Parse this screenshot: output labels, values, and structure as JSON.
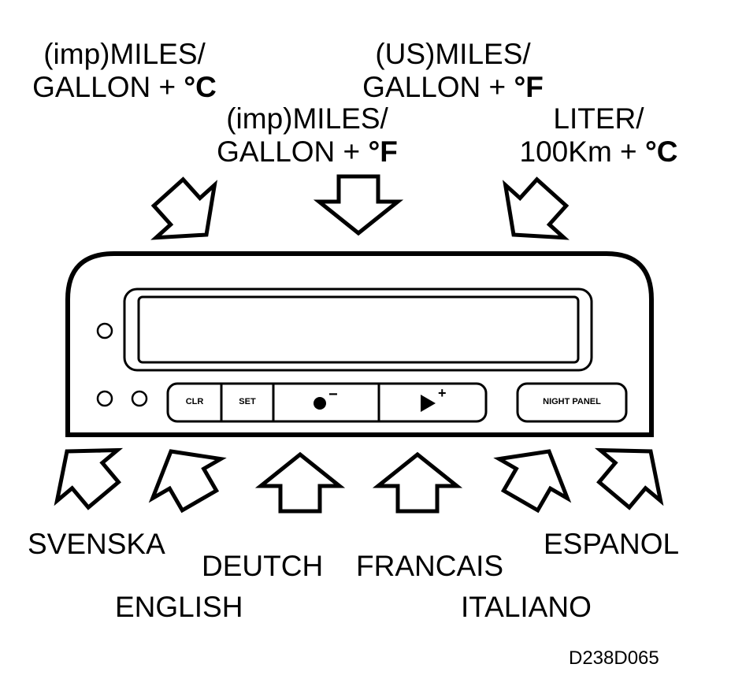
{
  "unit_labels": {
    "imp_mpg_c": {
      "line1": "(imp)MILES/",
      "line2": "GALLON + ",
      "unit": "°C"
    },
    "us_mpg_f": {
      "line1": "(US)MILES/",
      "line2": "GALLON + ",
      "unit": "°F"
    },
    "imp_mpg_f": {
      "line1": "(imp)MILES/",
      "line2": "GALLON + ",
      "unit": "°F"
    },
    "liter_c": {
      "line1": "LITER/",
      "line2": "100Km + ",
      "unit": "°C"
    }
  },
  "buttons": {
    "clr": "CLR",
    "set": "SET",
    "minus": "−",
    "plus": "+",
    "night_panel": "NIGHT PANEL"
  },
  "languages": {
    "svenska": "SVENSKA",
    "english": "ENGLISH",
    "deutch": "DEUTCH",
    "francais": "FRANCAIS",
    "italiano": "ITALIANO",
    "espanol": "ESPANOL"
  },
  "figure_code": "D238D065",
  "colors": {
    "ink": "#000000",
    "paper": "#ffffff"
  }
}
